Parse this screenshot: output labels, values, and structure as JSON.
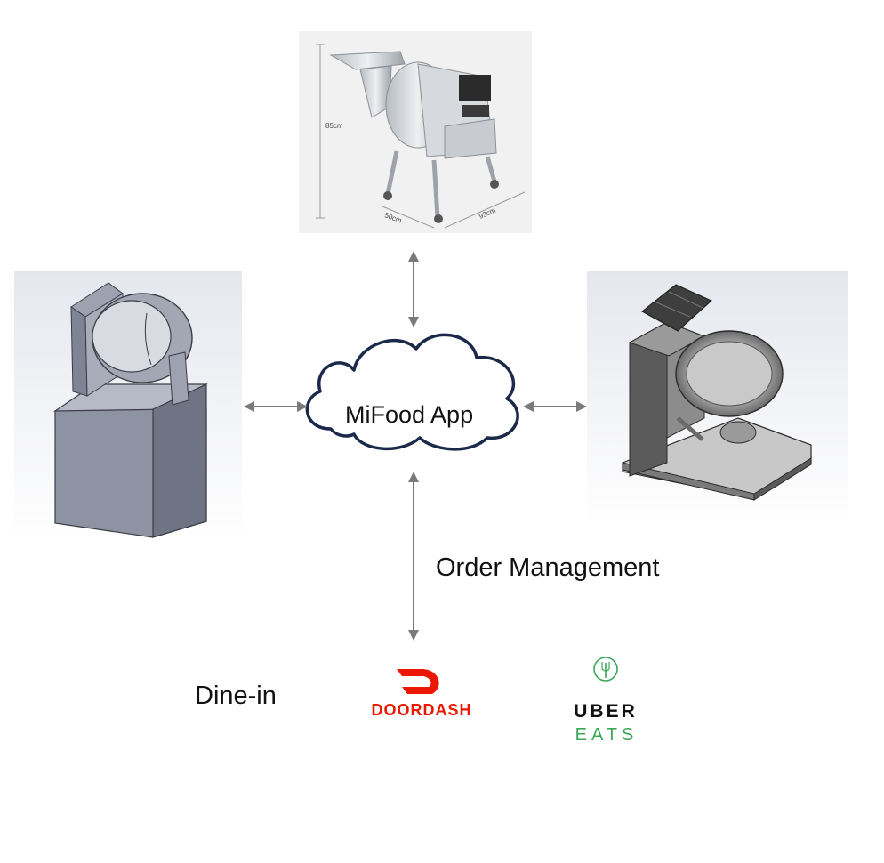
{
  "cloud": {
    "label": "MiFood App"
  },
  "labels": {
    "order_management": "Order Management",
    "dine_in": "Dine-in"
  },
  "machines": {
    "top": {
      "name": "vegetable-cutter",
      "dims": {
        "height": "85cm",
        "width": "50cm",
        "depth": "93cm"
      }
    },
    "left": {
      "name": "drum-cooker"
    },
    "right": {
      "name": "wok-station"
    }
  },
  "partners": {
    "doordash": {
      "text": "DOORDASH",
      "color": "#eb1700"
    },
    "ubereats": {
      "line1": "UBER",
      "line2": "EATS",
      "color": "#3aa758"
    }
  },
  "colors": {
    "cloud_outline": "#1b2a4a",
    "arrow": "#7a7a7a"
  }
}
